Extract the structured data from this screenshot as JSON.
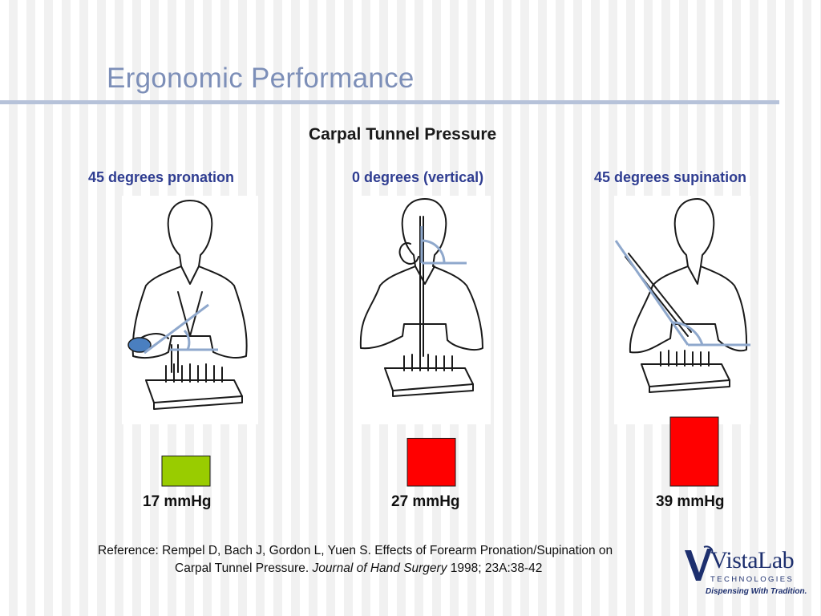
{
  "slide": {
    "title": "Ergonomic Performance",
    "chart_title": "Carpal Tunnel Pressure"
  },
  "chart_data": {
    "type": "bar",
    "title": "Carpal Tunnel Pressure",
    "categories": [
      "45 degrees pronation",
      "0 degrees (vertical)",
      "45 degrees supination"
    ],
    "values": [
      17,
      27,
      39
    ],
    "value_labels": [
      "17 mmHg",
      "27 mmHg",
      "39 mmHg"
    ],
    "unit": "mmHg",
    "bar_colors": [
      "#99cc00",
      "#ff0000",
      "#ff0000"
    ],
    "ylim": [
      0,
      39
    ],
    "grid": false,
    "legend": "none"
  },
  "reference": {
    "line1": "Reference: Rempel D, Bach J, Gordon L, Yuen S.  Effects of Forearm Pronation/Supination on",
    "line2_pre": "Carpal Tunnel Pressure.  ",
    "journal": "Journal of Hand Surgery",
    "line2_post": " 1998; 23A:38-42"
  },
  "logo": {
    "name": "VistaLab",
    "sub": "TECHNOLOGIES",
    "tagline": "Dispensing With Tradition."
  },
  "colors": {
    "title": "#7d8fb8",
    "condition_label": "#2f3d91",
    "angle_lines": "#8fa8cc",
    "logo": "#1d2f6e"
  }
}
